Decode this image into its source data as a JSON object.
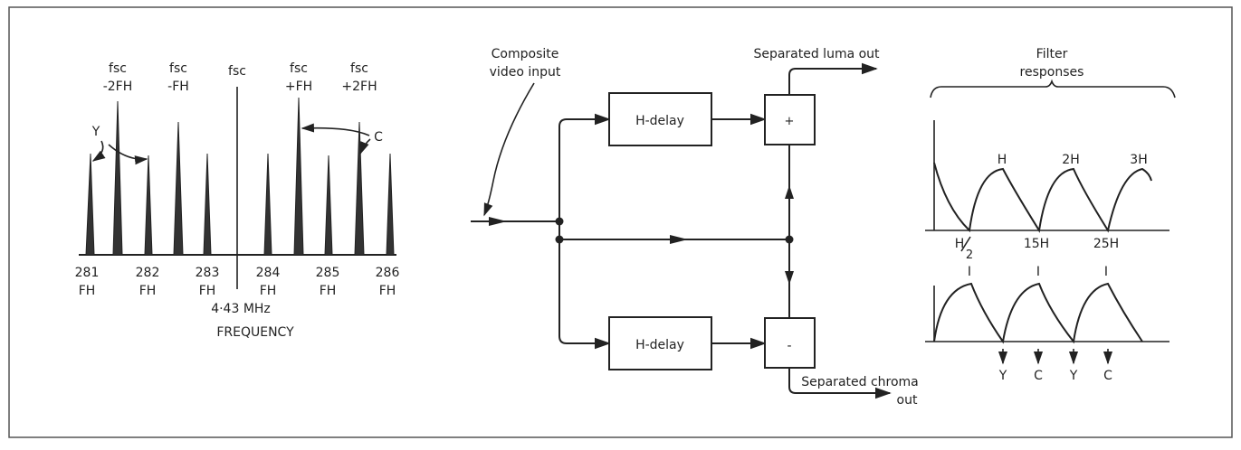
{
  "spectrum": {
    "center_label": "fsc",
    "sideband_labels": [
      {
        "top": "fsc",
        "bottom": "-2FH"
      },
      {
        "top": "fsc",
        "bottom": "-FH"
      },
      {
        "top": "fsc",
        "bottom": "+FH"
      },
      {
        "top": "fsc",
        "bottom": "+2FH"
      }
    ],
    "luma_marker": "Y",
    "chroma_marker": "C",
    "ticks": [
      {
        "num": "281",
        "unit": "FH"
      },
      {
        "num": "282",
        "unit": "FH"
      },
      {
        "num": "283",
        "unit": "FH"
      },
      {
        "num": "284",
        "unit": "FH"
      },
      {
        "num": "285",
        "unit": "FH"
      },
      {
        "num": "286",
        "unit": "FH"
      }
    ],
    "center_freq": "4·43 MHz",
    "axis_label": "FREQUENCY"
  },
  "block": {
    "input_label_line1": "Composite",
    "input_label_line2": "video input",
    "delay_top": "H-delay",
    "delay_bottom": "H-delay",
    "adder_symbol": "+",
    "subtractor_symbol": "-",
    "luma_out": "Separated luma out",
    "chroma_out_line1": "Separated chroma",
    "chroma_out_line2": "out"
  },
  "responses": {
    "title_line1": "Filter",
    "title_line2": "responses",
    "luma_peaks": [
      "H",
      "2H",
      "3H"
    ],
    "luma_axis": [
      {
        "num": "H",
        "den": "2"
      },
      {
        "text": "15H"
      },
      {
        "text": "25H"
      }
    ],
    "chroma_peaks": [
      "I",
      "I",
      "I"
    ],
    "chroma_axis": [
      "Y",
      "C",
      "Y",
      "C"
    ]
  }
}
